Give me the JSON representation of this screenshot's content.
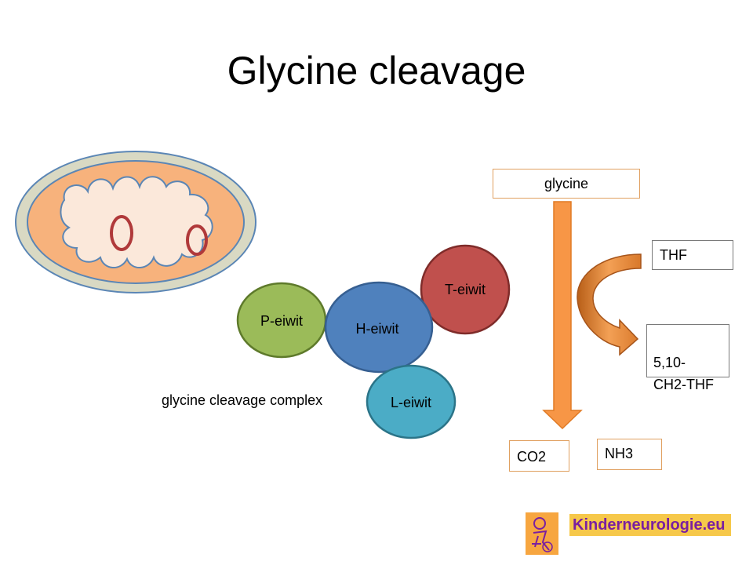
{
  "title": "Glycine cleavage",
  "proteins": {
    "p": "P-eiwit",
    "h": "H-eiwit",
    "t": "T-eiwit",
    "l": "L-eiwit"
  },
  "complex_label": "glycine cleavage complex",
  "pathway": {
    "glycine": "glycine",
    "thf": "THF",
    "methylene_thf": "5,10-\nCH2-THF",
    "co2": "CO2",
    "nh3": "NH3"
  },
  "logo": {
    "text": "Kinderneurologie.eu"
  },
  "colors": {
    "p_protein": "#9bbb59",
    "h_protein": "#4f81bd",
    "t_protein": "#c0504d",
    "l_protein": "#4bacc6",
    "main_arrow": "#f79646",
    "curved_arrow": "#e0822e"
  }
}
